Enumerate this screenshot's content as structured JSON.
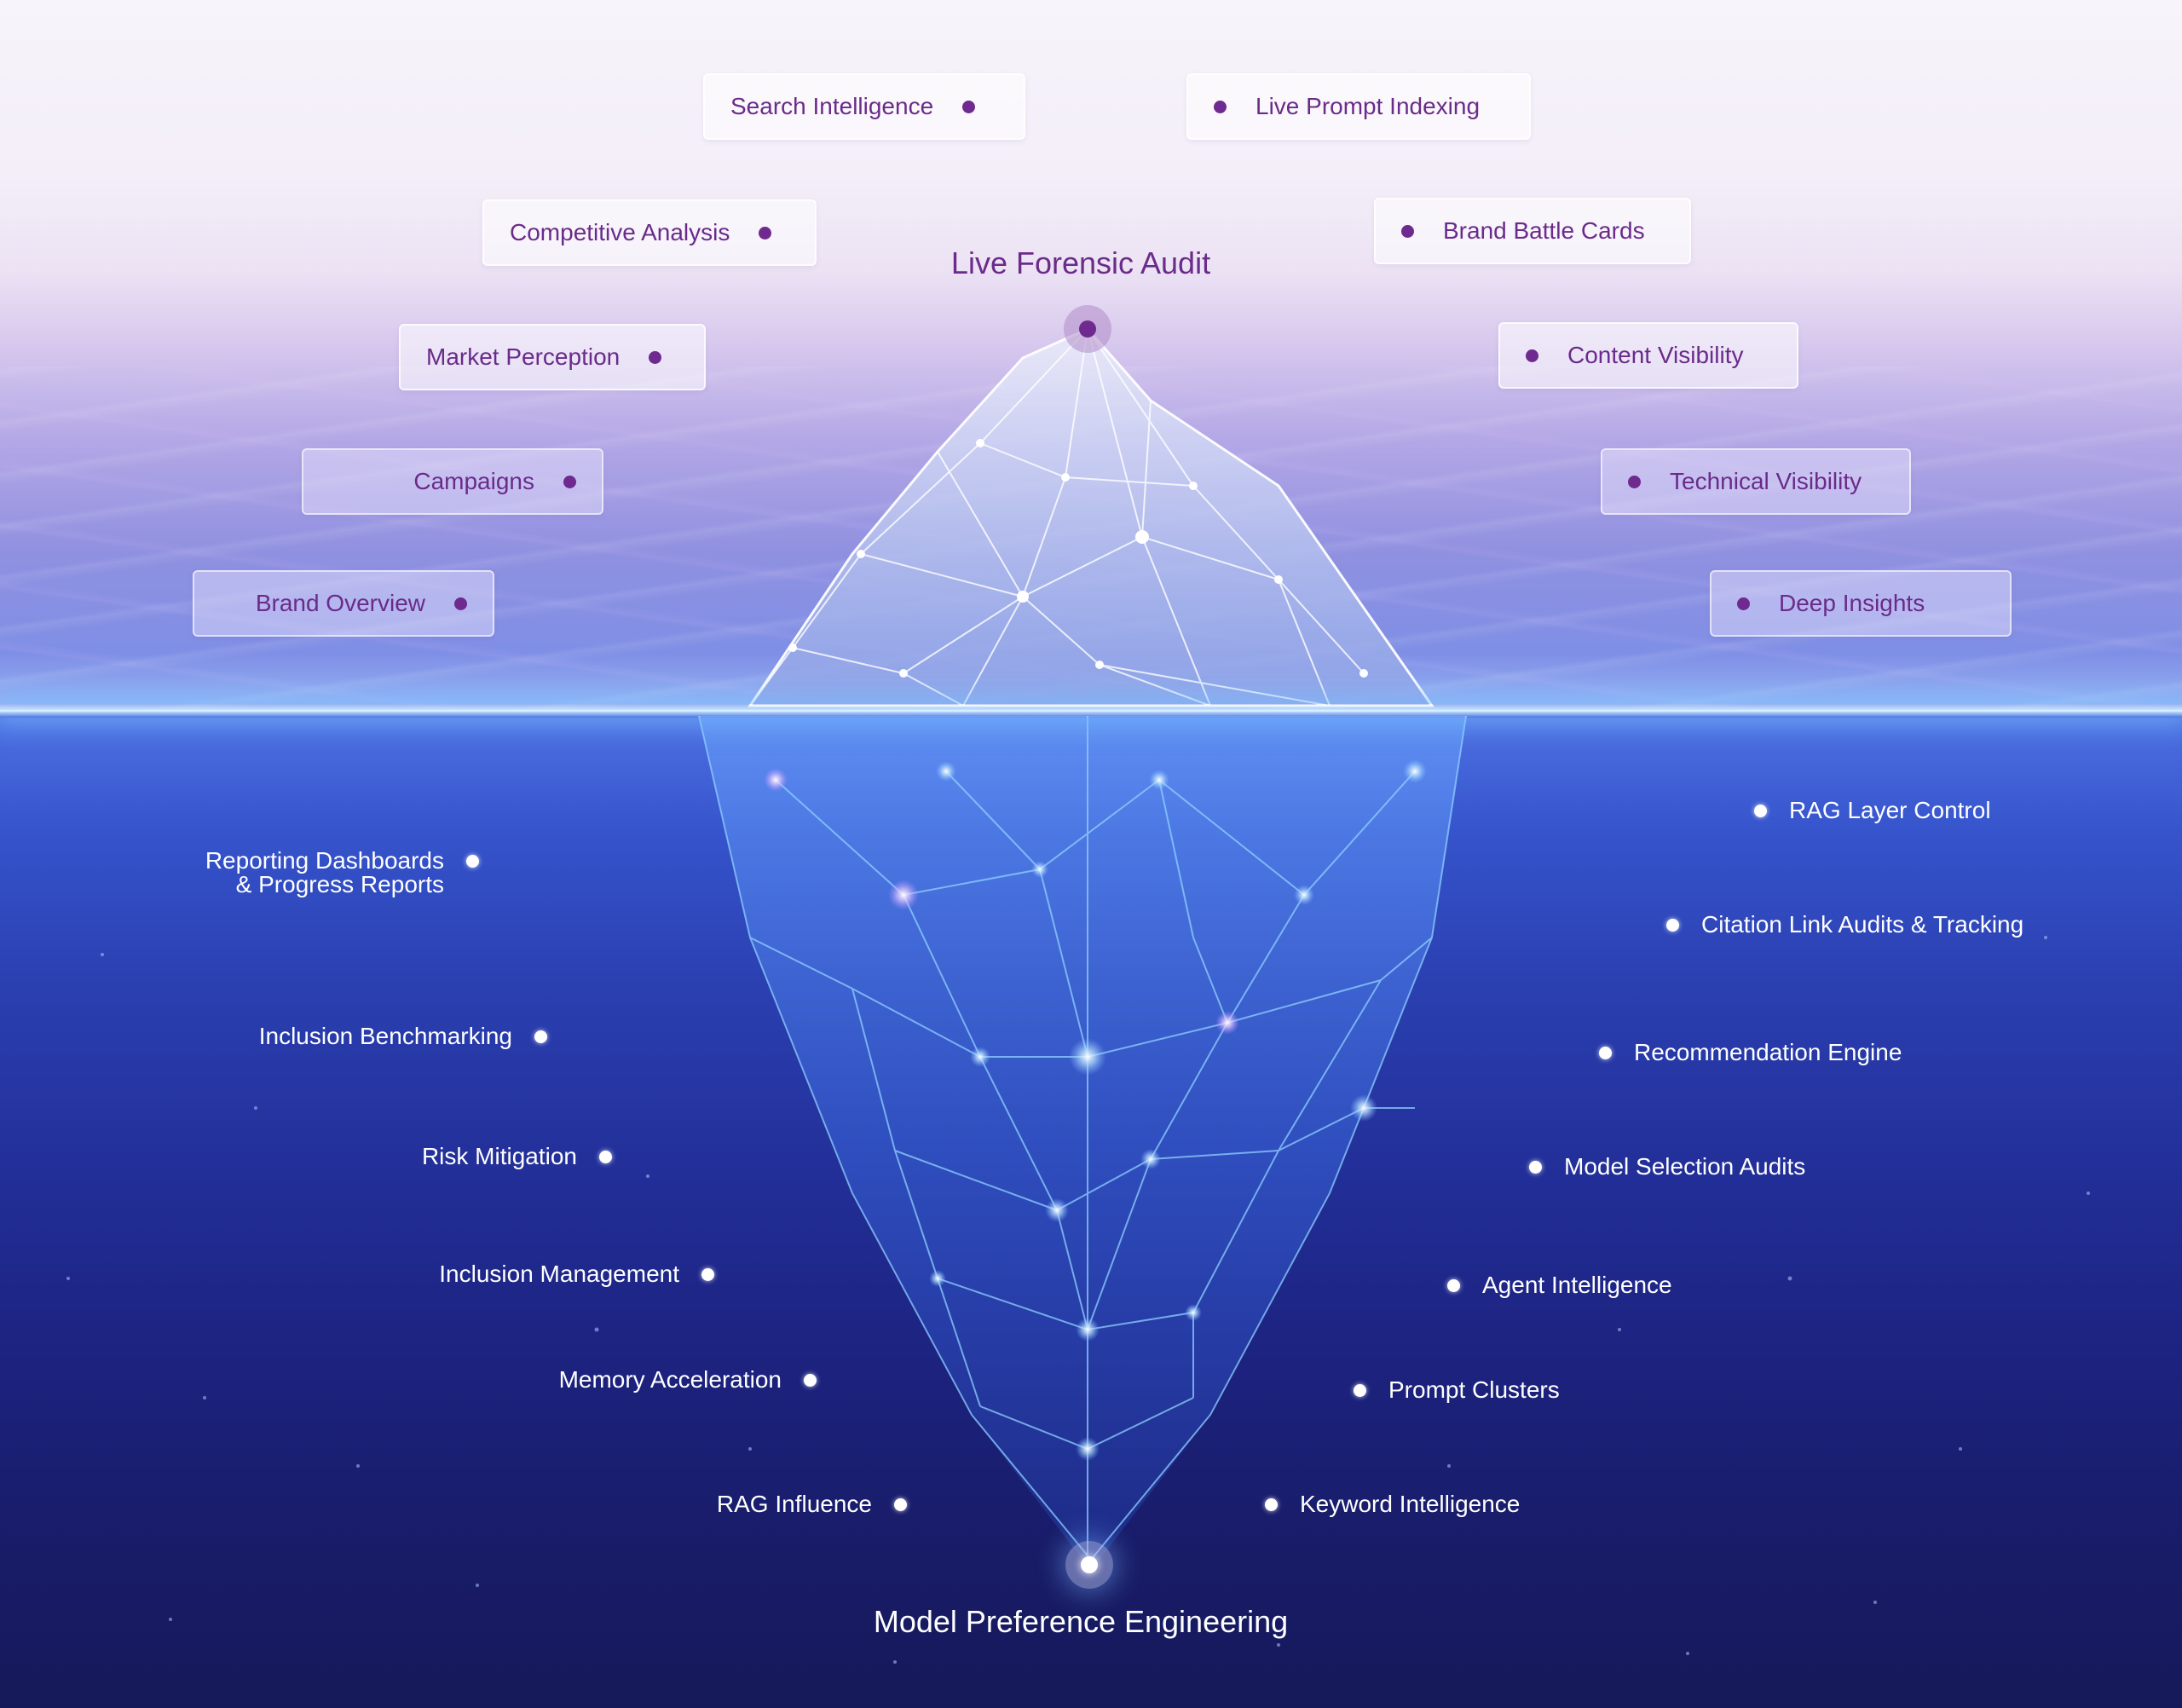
{
  "diagram": {
    "type": "iceberg",
    "top_title": "Live Forensic Audit",
    "bottom_title": "Model Preference Engineering",
    "colors": {
      "above_text": "#6a2b8a",
      "above_dot": "#6e2a8e",
      "below_text": "#ffffff",
      "sky_top": "#f7f4fb",
      "sea_deep": "#161959",
      "waterline_glow": "#bfe6ff"
    },
    "above_water": {
      "left": [
        {
          "label": "Search Intelligence"
        },
        {
          "label": "Competitive Analysis"
        },
        {
          "label": "Market Perception"
        },
        {
          "label": "Campaigns"
        },
        {
          "label": "Brand Overview"
        }
      ],
      "right": [
        {
          "label": "Live Prompt Indexing"
        },
        {
          "label": "Brand Battle Cards"
        },
        {
          "label": "Content Visibility"
        },
        {
          "label": "Technical Visibility"
        },
        {
          "label": "Deep Insights"
        }
      ]
    },
    "below_water": {
      "left": [
        {
          "line1": "Reporting Dashboards",
          "line2": "& Progress Reports"
        },
        {
          "label": "Inclusion Benchmarking"
        },
        {
          "label": "Risk Mitigation"
        },
        {
          "label": "Inclusion Management"
        },
        {
          "label": "Memory Acceleration"
        },
        {
          "label": "RAG Influence"
        }
      ],
      "right": [
        {
          "label": "RAG Layer Control"
        },
        {
          "label": "Citation Link Audits & Tracking"
        },
        {
          "label": "Recommendation Engine"
        },
        {
          "label": "Model Selection Audits"
        },
        {
          "label": "Agent Intelligence"
        },
        {
          "label": "Prompt Clusters"
        },
        {
          "label": "Keyword Intelligence"
        }
      ]
    }
  }
}
